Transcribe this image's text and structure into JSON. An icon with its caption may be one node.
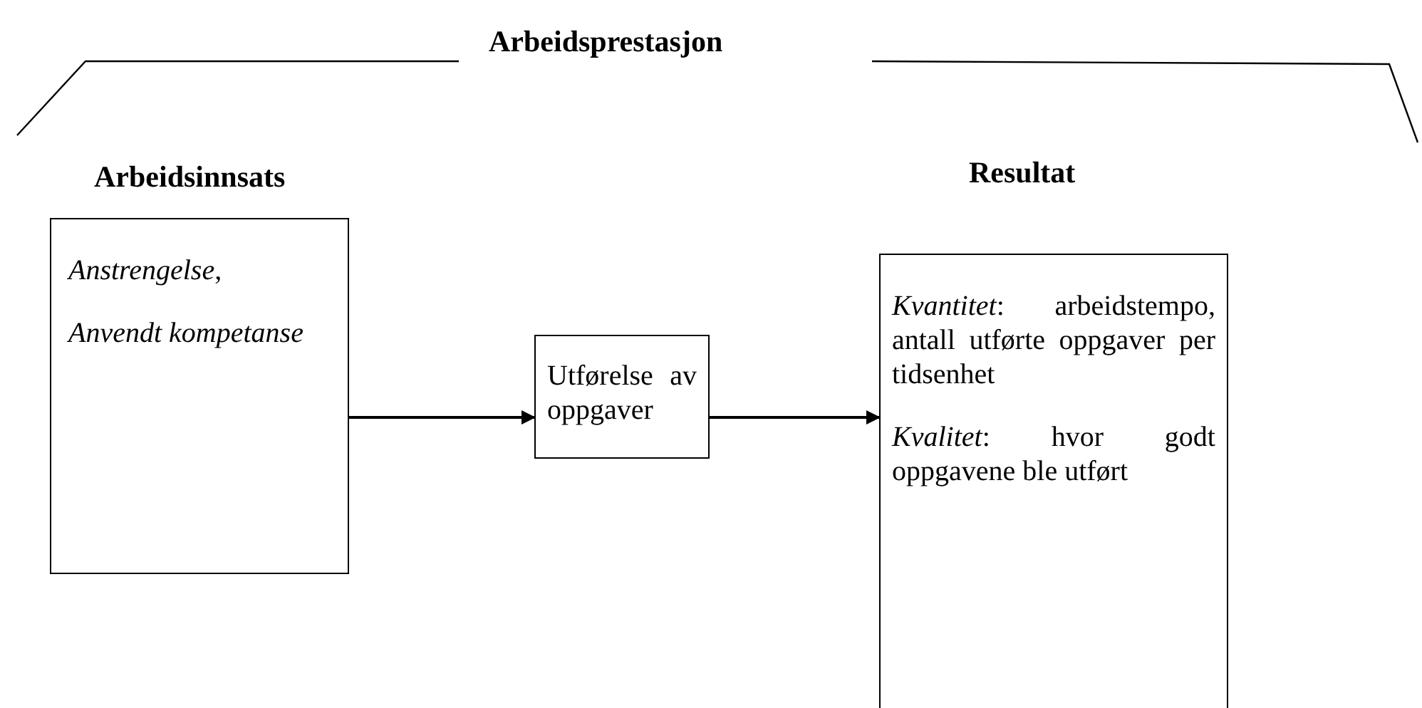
{
  "diagram": {
    "title": "Arbeidsprestasjon",
    "nodes": [
      {
        "text": [
          "Arbeidsinnsats",
          "*Anstrengelse*,",
          "Anvendt kompetanse"
        ]
      },
      {
        "text": [
          "Utførelse av oppgaver"
        ]
      },
      {
        "text": [
          "Resultat",
          "*Kvantitet*: arbeidstempo, antall utførte oppgaver per tidsenhet",
          "*Kvalitet*: hvor godt oppgavene ble utført"
        ]
      }
    ],
    "edges": [
      {
        "from": 0,
        "to": 1,
        "arrow": "to"
      },
      {
        "from": 1,
        "to": 2,
        "arrow": "to"
      }
    ]
  }
}
